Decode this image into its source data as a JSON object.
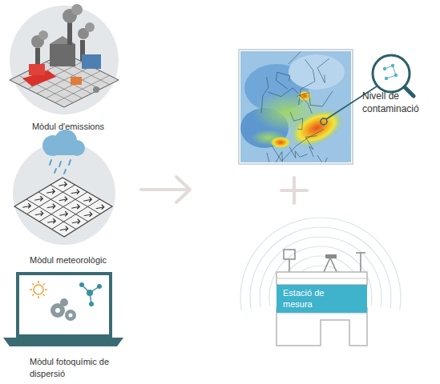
{
  "diagram": {
    "nodes": [
      {
        "text": [
          "Mòdul d'emissions"
        ]
      },
      {
        "text": [
          "Mòdul meteorològic"
        ]
      },
      {
        "text": [
          "Mòdul fotoquímic de dispersió"
        ]
      },
      {
        "text": [
          "Nivell de contaminació"
        ]
      },
      {
        "text": [
          "Estació de mesura"
        ]
      }
    ]
  }
}
